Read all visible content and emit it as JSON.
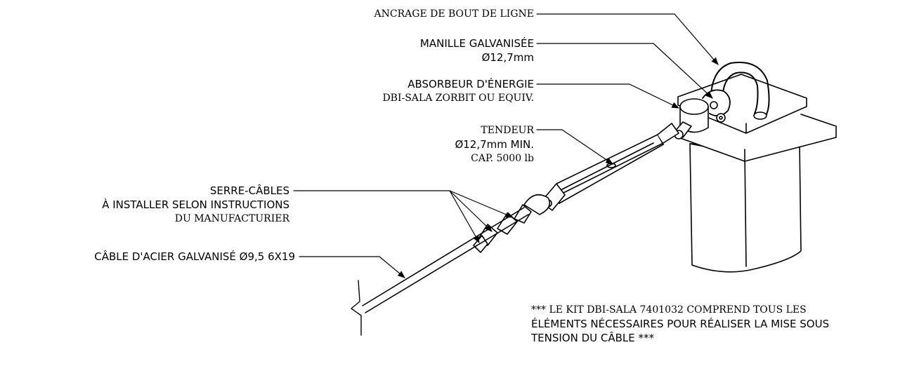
{
  "labels": {
    "anchor": {
      "line1": "ANCRAGE DE BOUT DE LIGNE"
    },
    "shackle": {
      "line1": "MANILLE GALVANISÉE",
      "line2": "Ø12,7mm"
    },
    "absorber": {
      "line1": "ABSORBEUR D'ÉNERGIE",
      "line2": "DBI-SALA ZORBIT OU EQUIV."
    },
    "turnbuckle": {
      "line1": "TENDEUR",
      "line2": "Ø12,7mm MIN.",
      "line3": "CAP. 5000 lb"
    },
    "clamps": {
      "line1": "SERRE-CÂBLES",
      "line2": "À INSTALLER SELON INSTRUCTIONS",
      "line3": "DU MANUFACTURIER"
    },
    "cable": {
      "line1": "CÂBLE D'ACIER GALVANISÉ Ø9,5 6X19"
    }
  },
  "note": {
    "line1": "*** LE KIT DBI-SALA 7401032 COMPREND TOUS LES",
    "line2": "ÉLÉMENTS NÉCESSAIRES POUR RÉALISER LA MISE SOUS",
    "line3": "TENSION DU CÂBLE ***"
  }
}
